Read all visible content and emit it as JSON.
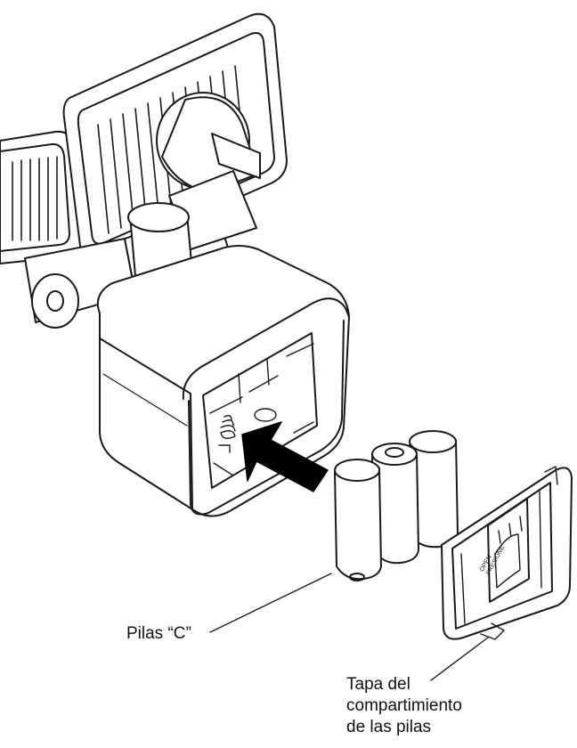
{
  "labels": {
    "batteries": "Pilas “C”",
    "cover_line1": "Tapa del",
    "cover_line2": "compartimiento",
    "cover_line3": "de las pilas"
  },
  "cover_markings": {
    "line1": "OPEN",
    "line2": "PRESIONE"
  },
  "colors": {
    "line": "#1a1a1a",
    "fill": "#ffffff",
    "shade": "#c8c8c8",
    "arrow": "#000000"
  }
}
